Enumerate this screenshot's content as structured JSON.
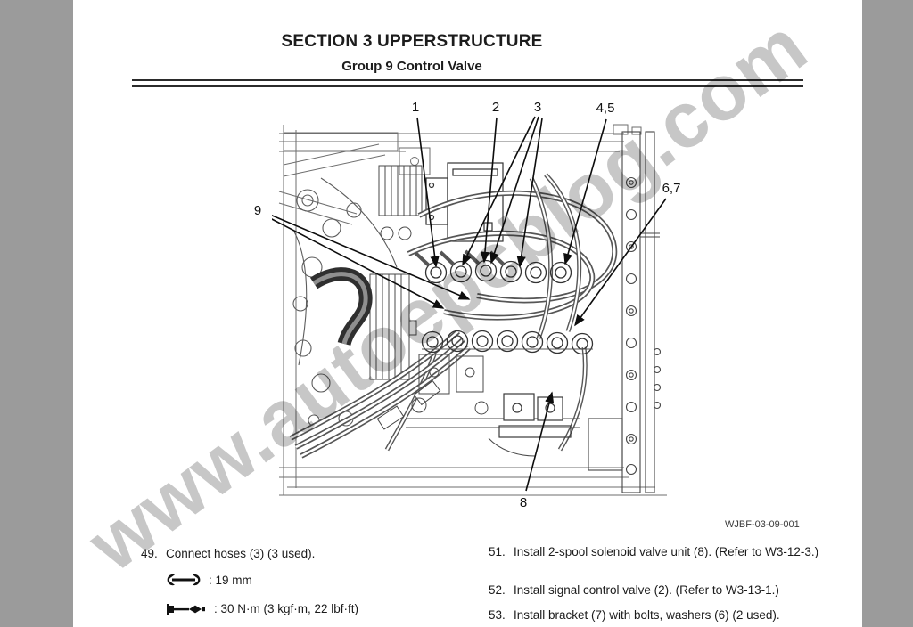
{
  "page": {
    "section_title": "SECTION 3 UPPERSTRUCTURE",
    "group_title": "Group 9 Control Valve"
  },
  "watermark": {
    "text": "www.autoepcblog.com"
  },
  "figure": {
    "code": "WJBF-03-09-001",
    "callouts": [
      {
        "label": "1"
      },
      {
        "label": "2"
      },
      {
        "label": "3"
      },
      {
        "label": "4,5"
      },
      {
        "label": "6,7"
      },
      {
        "label": "9"
      },
      {
        "label": "8"
      }
    ]
  },
  "instructions": {
    "left": {
      "step": {
        "number": "49.",
        "text": "Connect hoses (3) (3 used)."
      },
      "specs": [
        {
          "icon": "wrench-icon",
          "value": ": 19 mm"
        },
        {
          "icon": "torque-wrench-icon",
          "value": ": 30 N·m (3 kgf·m, 22 lbf·ft)"
        }
      ]
    },
    "right": {
      "steps": [
        {
          "number": "51.",
          "text": "Install 2-spool solenoid valve unit (8). (Refer to W3-12-3.)"
        },
        {
          "number": "52.",
          "text": "Install signal control valve (2). (Refer to W3-13-1.)"
        },
        {
          "number": "53.",
          "text": "Install bracket (7) with bolts, washers (6) (2 used)."
        }
      ]
    }
  }
}
